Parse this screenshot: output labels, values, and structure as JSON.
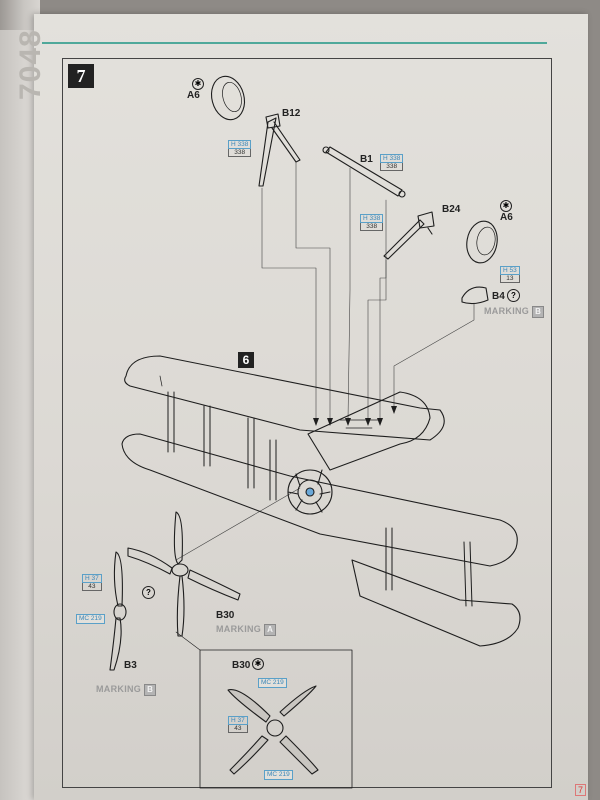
{
  "page": {
    "code": "7048",
    "step": "7",
    "sub_step": "6",
    "page_number": "7"
  },
  "parts": {
    "a6_top": "A6",
    "a6_right": "A6",
    "b12": "B12",
    "b1": "B1",
    "b24": "B24",
    "b4": "B4",
    "b30": "B30",
    "b3": "B3",
    "b30_detail": "B30"
  },
  "refs": {
    "h338_a": {
      "top": "H 338",
      "bot": "338"
    },
    "h338_b": {
      "top": "H 338",
      "bot": "338"
    },
    "h338_c": {
      "top": "H 338",
      "bot": "338"
    },
    "h53": {
      "top": "H 53",
      "bot": "13"
    },
    "h37_left": {
      "top": "H 37",
      "bot": "43"
    },
    "h37_detail": {
      "top": "H 37",
      "bot": "43"
    },
    "mc219_left": "MC 219",
    "mc219_detail_top": "MC 219",
    "mc219_detail_bottom": "MC 219"
  },
  "markings": {
    "b4": {
      "text": "MARKING",
      "letter": "B"
    },
    "b30": {
      "text": "MARKING",
      "letter": "A"
    },
    "b3": {
      "text": "MARKING",
      "letter": "B"
    }
  },
  "symbols": {
    "help": "?",
    "star": "✱"
  },
  "colors": {
    "paper": "#dedbd6",
    "ink": "#222222",
    "ref_blue": "#3a86b8",
    "rule_teal": "#4fa89a"
  }
}
